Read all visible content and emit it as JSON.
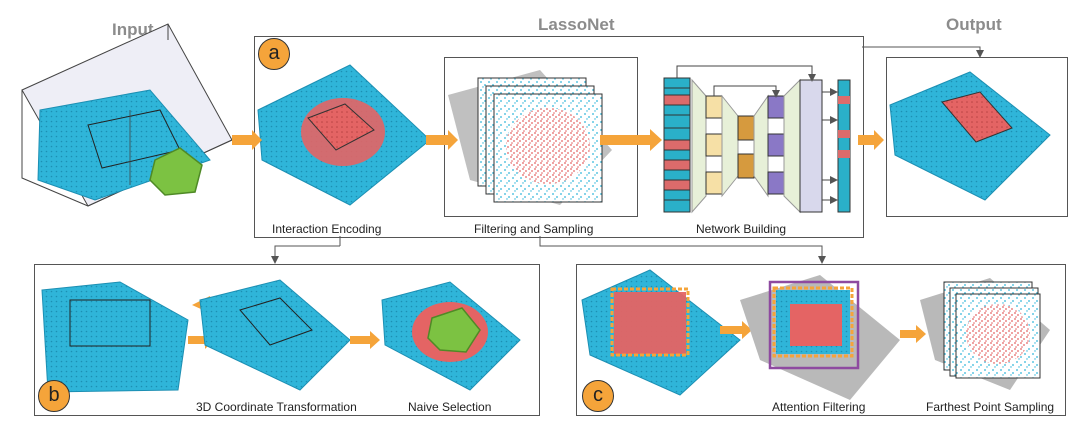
{
  "titles": {
    "input": "Input",
    "lassonet": "LassoNet",
    "output": "Output"
  },
  "badges": {
    "a": "a",
    "b": "b",
    "c": "c"
  },
  "captions": {
    "interaction_encoding": "Interaction Encoding",
    "filtering_sampling": "Filtering and Sampling",
    "network_building": "Network Building",
    "coord_transform": "3D Coordinate Transformation",
    "naive_selection": "Naive Selection",
    "attention_filtering": "Attention Filtering",
    "farthest_point_sampling": "Farthest Point Sampling"
  },
  "colors": {
    "point_cloud": "#2fb5d9",
    "selection": "#e46464",
    "lasso": "#7cc242",
    "arrow": "#f5a43a",
    "network_red": "#dc6b6b",
    "network_teal": "#2ab0c9",
    "attention_box": "#8e4aa0",
    "gray_cloud": "#b9b9b9"
  }
}
